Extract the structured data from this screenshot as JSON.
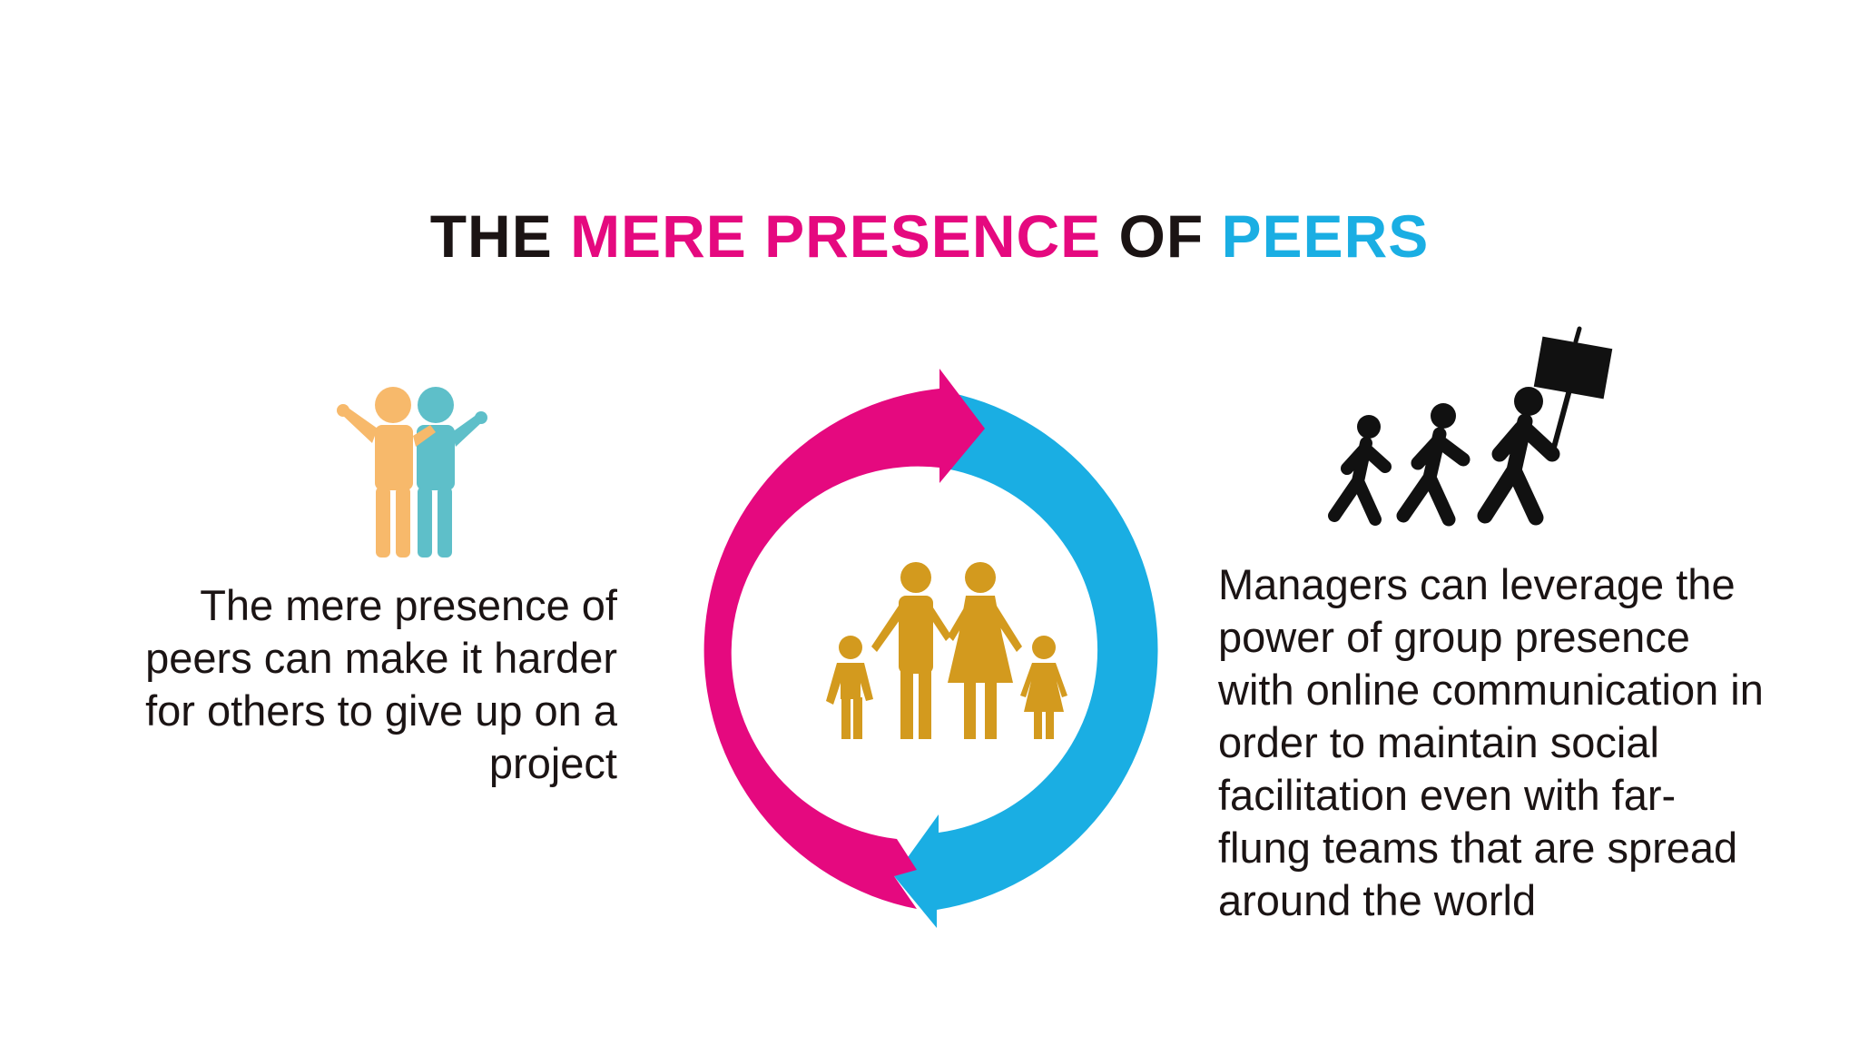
{
  "title": {
    "part1": "THE ",
    "part2": "MERE PRESENCE",
    "part3": " OF ",
    "part4": "PEERS"
  },
  "left_text": {
    "lines": [
      "The mere presence of",
      "peers can make it harder",
      "for others to give up on a",
      "project"
    ]
  },
  "right_text": {
    "lines": [
      "Managers can leverage the",
      "power of group presence",
      "with online communication in",
      "order to maintain social",
      "facilitation even with far-",
      "flung teams that are spread",
      "around the world"
    ]
  },
  "colors": {
    "pink": "#e5097f",
    "blue": "#1aaee3",
    "dark": "#1b1414",
    "gold": "#d39a1e",
    "orange": "#f7b96b",
    "teal": "#5ebfc9"
  },
  "icons": {
    "left": "two-friends-icon",
    "center": "family-icon",
    "right": "marching-protest-icon"
  }
}
